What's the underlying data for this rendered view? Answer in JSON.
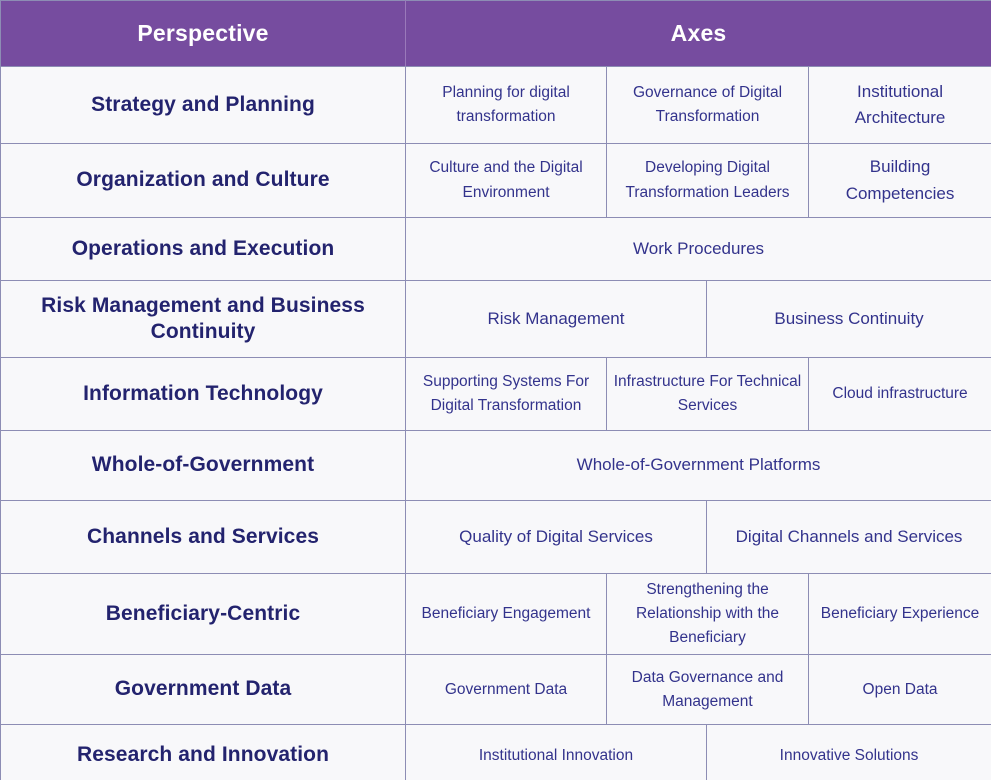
{
  "table": {
    "headers": {
      "perspective": "Perspective",
      "axes": "Axes"
    },
    "rows": [
      {
        "perspective": "Strategy and Planning",
        "axes": [
          "Planning for digital transformation",
          "Governance of Digital Transformation",
          "Institutional Architecture"
        ]
      },
      {
        "perspective": "Organization and Culture",
        "axes": [
          "Culture and the Digital Environment",
          "Developing Digital Transformation Leaders",
          "Building Competencies"
        ]
      },
      {
        "perspective": "Operations and Execution",
        "axes": [
          "Work Procedures"
        ]
      },
      {
        "perspective": "Risk Management and Business Continuity",
        "axes": [
          "Risk Management",
          "Business Continuity"
        ]
      },
      {
        "perspective": "Information Technology",
        "axes": [
          "Supporting Systems For Digital Transformation",
          "Infrastructure For Technical Services",
          "Cloud infrastructure"
        ]
      },
      {
        "perspective": "Whole-of-Government",
        "axes": [
          "Whole-of-Government Platforms"
        ]
      },
      {
        "perspective": "Channels and Services",
        "axes": [
          "Quality of Digital Services",
          "Digital Channels and Services"
        ]
      },
      {
        "perspective": "Beneficiary-Centric",
        "axes": [
          "Beneficiary Engagement",
          "Strengthening the Relationship with the Beneficiary",
          "Beneficiary Experience"
        ]
      },
      {
        "perspective": "Government Data",
        "axes": [
          "Government Data",
          "Data Governance and Management",
          "Open Data"
        ]
      },
      {
        "perspective": "Research and Innovation",
        "axes": [
          "Institutional Innovation",
          "Innovative Solutions"
        ]
      }
    ]
  },
  "colors": {
    "header_background": "#764c9f",
    "header_text": "#ffffff",
    "perspective_text": "#23236e",
    "axis_text": "#33338c",
    "border": "#8d8db4",
    "cell_background": "#f8f8fa"
  }
}
